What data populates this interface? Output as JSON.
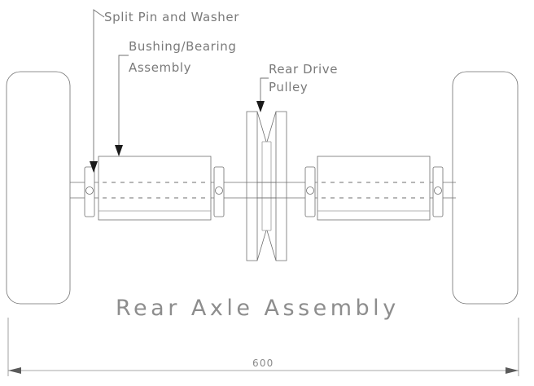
{
  "drawing": {
    "title": "Rear Axle Assembly",
    "labels": [
      {
        "id": "split-pin-and-washer",
        "text": "Split Pin and Washer"
      },
      {
        "id": "bushing-bearing-line1",
        "text": "Bushing/Bearing"
      },
      {
        "id": "bushing-bearing-line2",
        "text": "Assembly"
      },
      {
        "id": "rear-drive-pulley-line1",
        "text": "Rear Drive"
      },
      {
        "id": "rear-drive-pulley-line2",
        "text": "Pulley"
      }
    ],
    "dimension": {
      "value": "600",
      "name": "overall-width-dimension"
    },
    "colors": {
      "background": "#ffffff",
      "line": "#6f6f6f",
      "text": "#7a7a7a",
      "title": "#8d8d8d",
      "hatch": "#555555",
      "arrow": "#1b1b1b"
    },
    "components": [
      {
        "name": "left-tire"
      },
      {
        "name": "right-tire"
      },
      {
        "name": "left-split-pin-washer"
      },
      {
        "name": "right-split-pin-washer"
      },
      {
        "name": "left-bushing-bearing-housing"
      },
      {
        "name": "right-bushing-bearing-housing"
      },
      {
        "name": "left-inner-washer"
      },
      {
        "name": "right-inner-washer"
      },
      {
        "name": "axle-shaft"
      },
      {
        "name": "rear-drive-pulley"
      }
    ]
  }
}
